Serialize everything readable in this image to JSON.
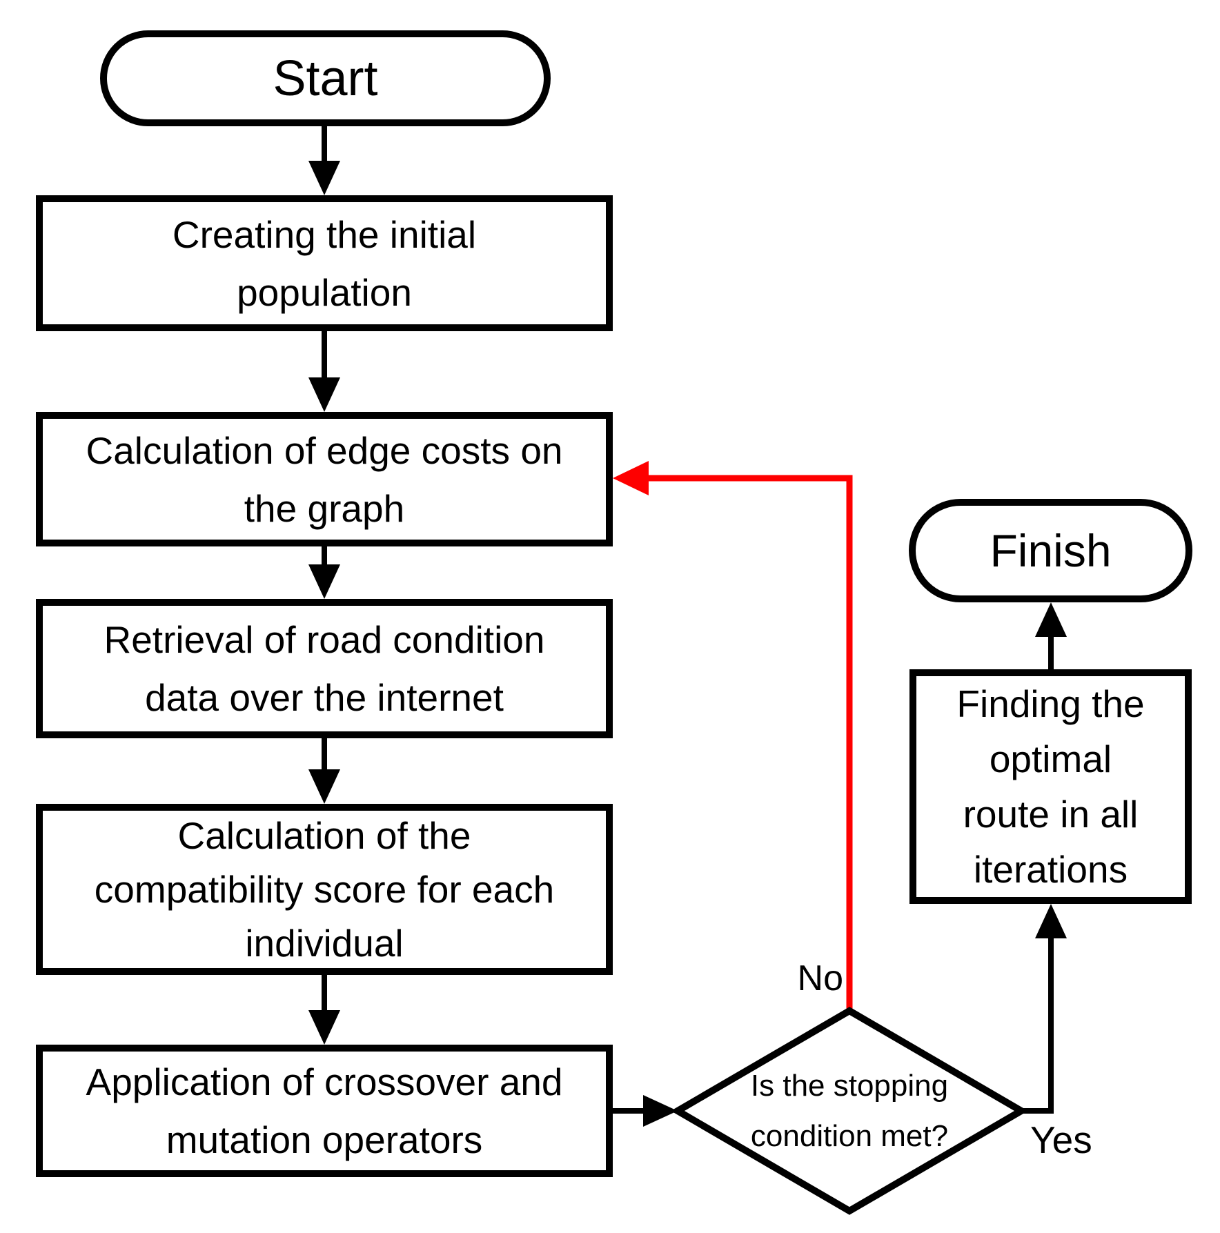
{
  "diagram": {
    "background": "#ffffff",
    "colors": {
      "stroke": "#000000",
      "text": "#000000",
      "node_fill": "#ffffff",
      "feedback_arrow": "#fe0000"
    },
    "nodes": {
      "start": {
        "type": "terminator",
        "label": "Start"
      },
      "create_population": {
        "type": "process",
        "lines": [
          "Creating the initial",
          "population"
        ]
      },
      "edge_costs": {
        "type": "process",
        "lines": [
          "Calculation of edge costs on",
          "the graph"
        ]
      },
      "road_condition": {
        "type": "process",
        "lines": [
          "Retrieval of road condition",
          "data over the internet"
        ]
      },
      "compatibility": {
        "type": "process",
        "lines": [
          "Calculation of the",
          "compatibility score for each",
          "individual"
        ]
      },
      "crossover": {
        "type": "process",
        "lines": [
          "Application of crossover and",
          "mutation operators"
        ]
      },
      "stopping_decision": {
        "type": "decision",
        "lines": [
          "Is the stopping",
          "condition met?"
        ]
      },
      "optimal_route": {
        "type": "process",
        "lines": [
          "Finding the",
          "optimal",
          "route in all",
          "iterations"
        ]
      },
      "finish": {
        "type": "terminator",
        "label": "Finish"
      }
    },
    "edge_labels": {
      "no": "No",
      "yes": "Yes"
    }
  }
}
